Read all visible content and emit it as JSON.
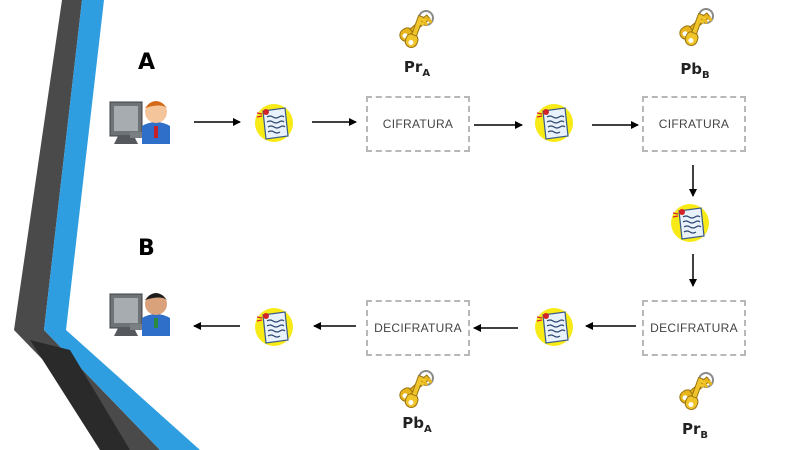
{
  "parties": {
    "sender": {
      "label": "A"
    },
    "receiver": {
      "label": "B"
    }
  },
  "steps": {
    "encrypt_1": "CIFRATURA",
    "encrypt_2": "CIFRATURA",
    "decrypt_1": "DECIFRATURA",
    "decrypt_2": "DECIFRATURA"
  },
  "keys": {
    "pr_a": {
      "base": "Pr",
      "sub": "A"
    },
    "pb_b": {
      "base": "Pb",
      "sub": "B"
    },
    "pb_a": {
      "base": "Pb",
      "sub": "A"
    },
    "pr_b": {
      "base": "Pr",
      "sub": "B"
    }
  },
  "icons": {
    "user": "computer-user-icon",
    "document": "document-icon",
    "key": "keys-icon"
  },
  "colors": {
    "stripe_dark": "#4a4a4a",
    "stripe_blue": "#2f9ee0",
    "box_border": "#b8b8b8",
    "arrow": "#000000",
    "key_gold": "#e8b61c",
    "doc_yellow": "#f7ea16"
  }
}
